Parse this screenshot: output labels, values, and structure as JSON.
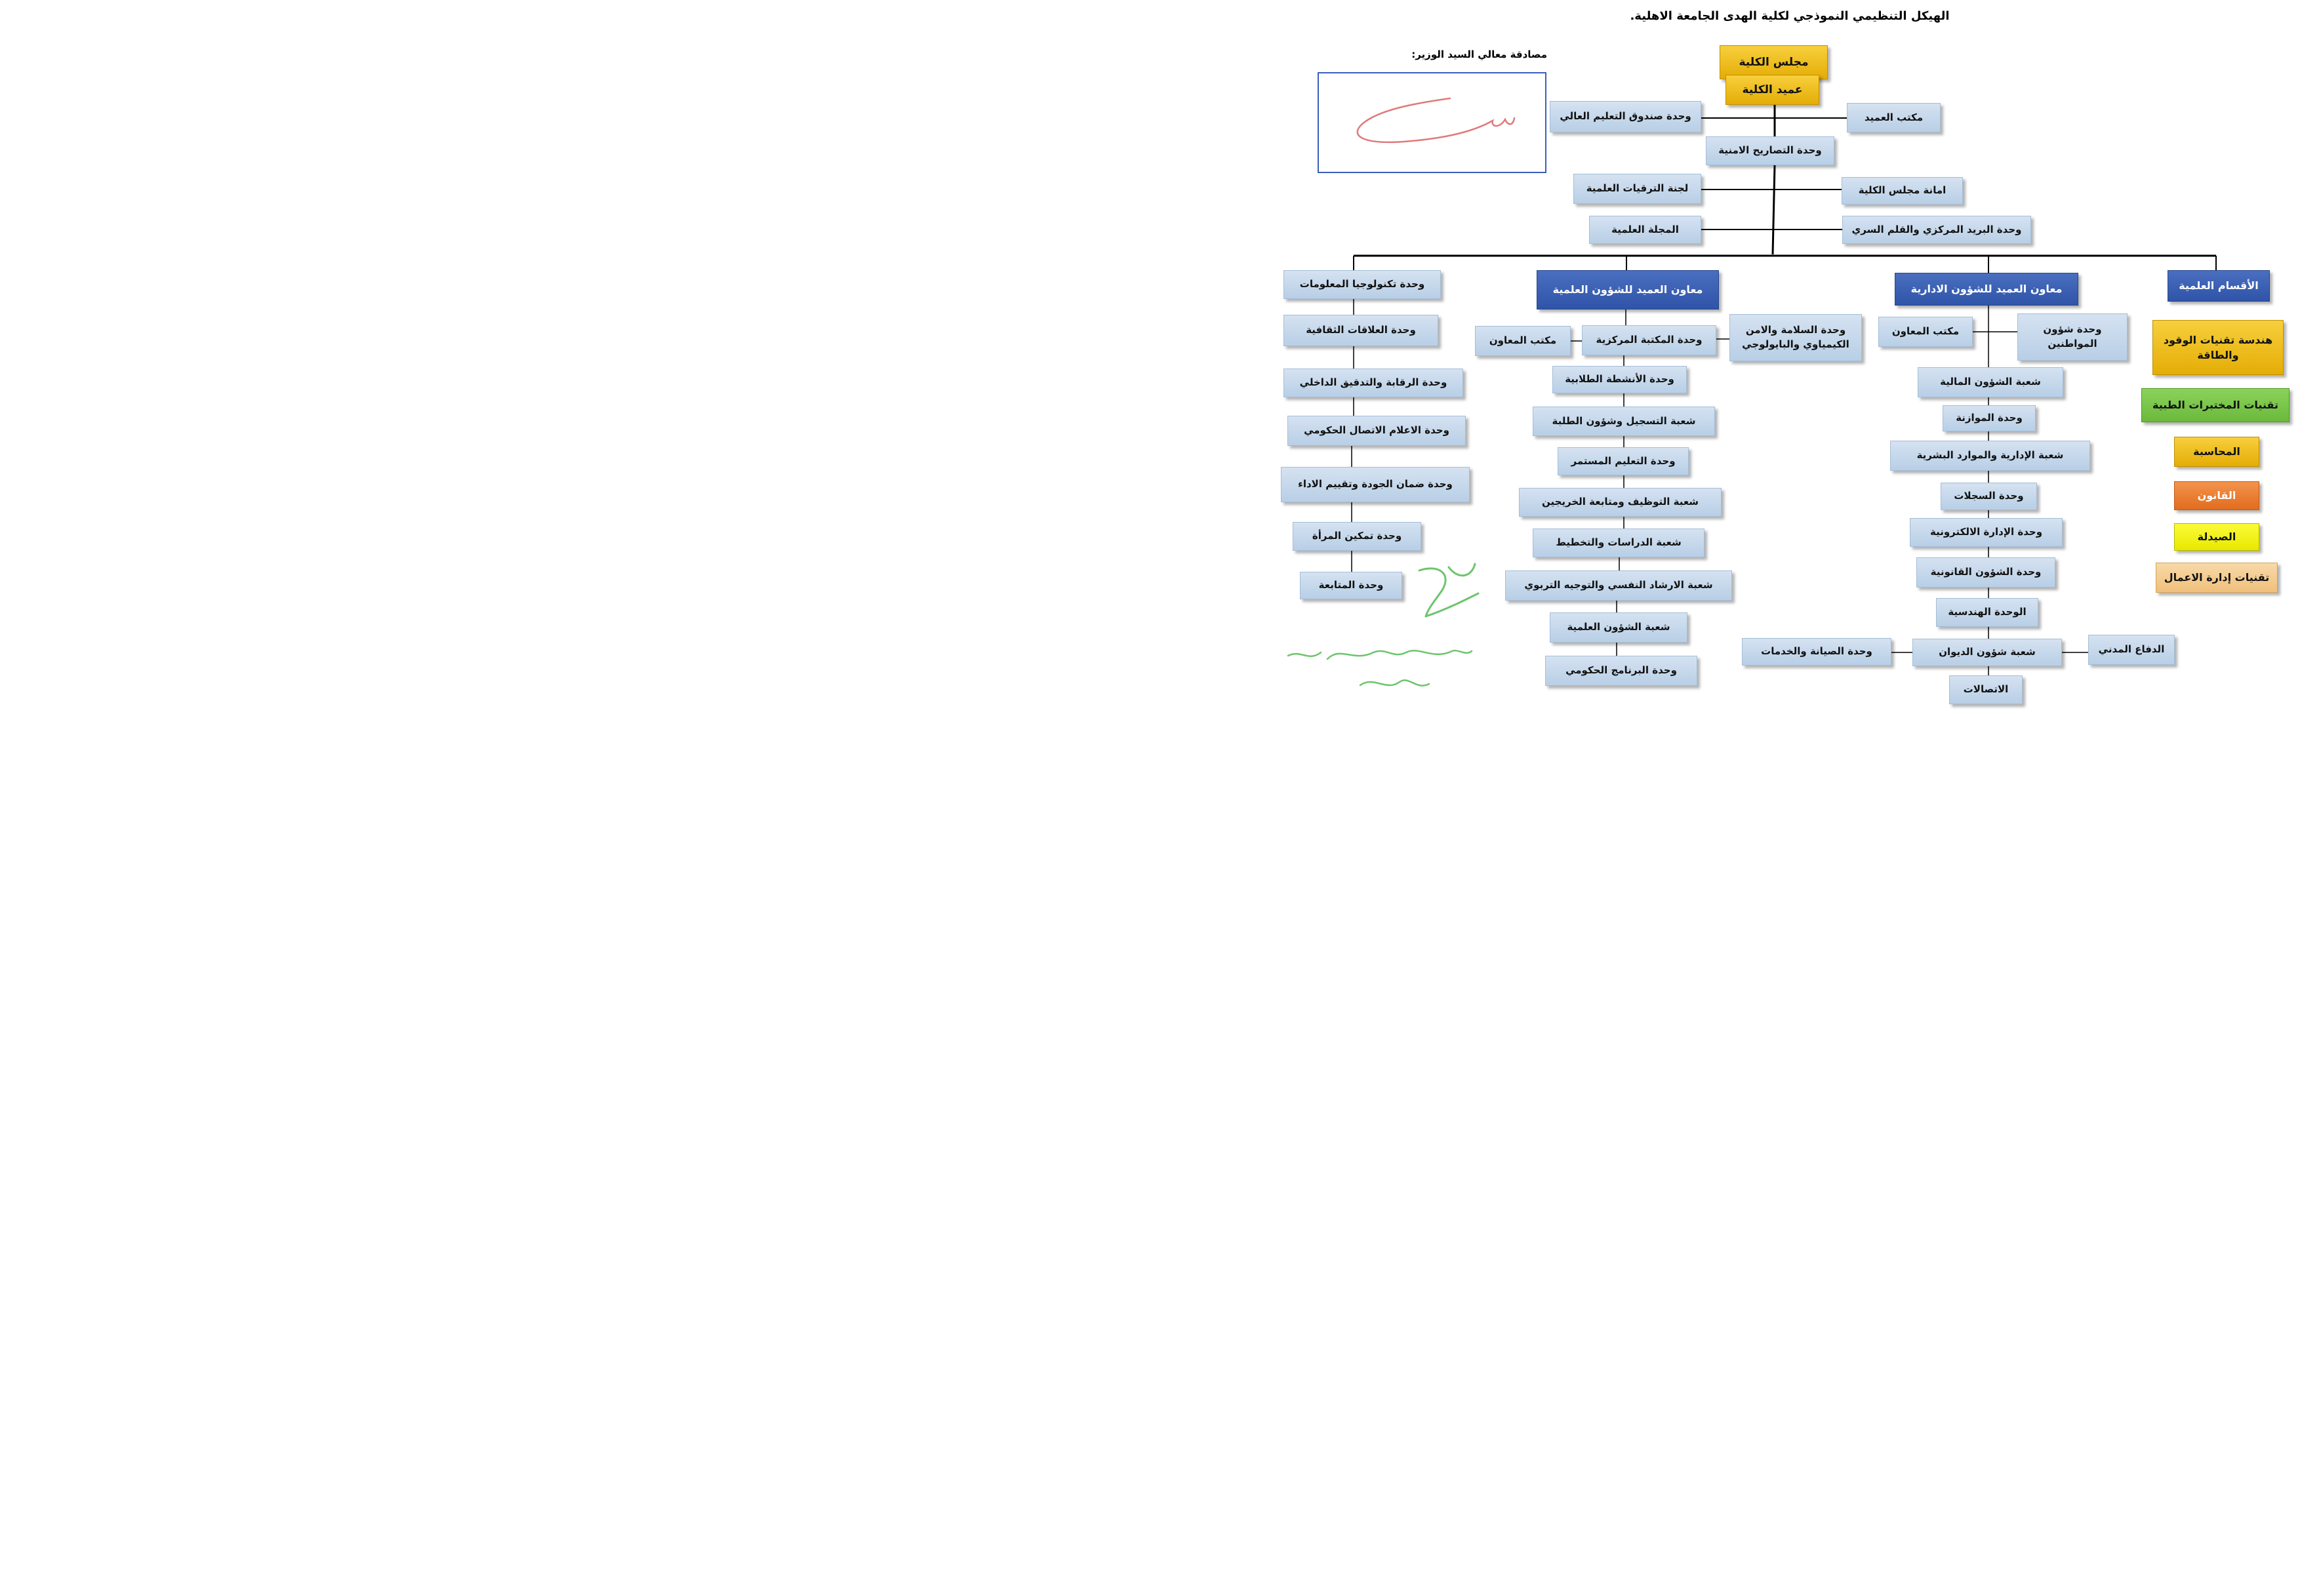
{
  "title": "الهيكل التنظيمي النموذجي لكلية الهدى الجامعة الاهلية.",
  "approval_label": "مصادقة معالي السيد الوزير:",
  "top": {
    "council": "مجلس الكلية",
    "dean": "عميد الكلية",
    "dean_office": "مكتب العميد",
    "higher_ed_fund": "وحدة صندوق التعليم العالي",
    "security_permits": "وحدة التصاريح الامنية",
    "promotions_committee": "لجنة الترقيات العلمية",
    "council_secretariat": "امانة مجلس الكلية",
    "scientific_journal": "المجلة العلمية",
    "central_mail": "وحدة البريد المركزي والقلم السري"
  },
  "units_column": [
    "وحدة تكنولوجيا المعلومات",
    "وحدة العلاقات الثقافية",
    "وحدة الرقابة والتدقيق الداخلي",
    "وحدة الاعلام الاتصال الحكومي",
    "وحدة ضمان الجودة وتقييم الاداء",
    "وحدة تمكين المرأة",
    "وحدة المتابعة"
  ],
  "scientific_affairs": {
    "head": "معاون العميد للشؤون العلمية",
    "office": "مكتب المعاون",
    "library": "وحدة المكتبة المركزية",
    "safety": "وحدة السلامة والامن الكيمياوي والبايولوجي",
    "items": [
      "وحدة الأنشطة الطلابية",
      "شعبة التسجيل وشؤون الطلبة",
      "وحدة التعليم المستمر",
      "شعبة التوظيف ومتابعة الخريجين",
      "شعبة الدراسات والتخطيط",
      "شعبة الارشاد النفسي والتوجيه التربوي",
      "شعبة الشؤون العلمية",
      "وحدة البرنامج الحكومي"
    ]
  },
  "admin_affairs": {
    "head": "معاون العميد للشؤون الادارية",
    "office": "مكتب المعاون",
    "citizens": "وحدة شؤون المواطنين",
    "items": [
      "شعبة الشؤون المالية",
      "وحدة الموازنة",
      "شعبة الإدارية والموارد البشرية",
      "وحدة السجلات",
      "وحدة الإدارة الالكترونية",
      "وحدة الشؤون القانونية",
      "الوحدة الهندسية",
      "شعبة شؤون الديوان",
      "الاتصالات"
    ],
    "maintenance": "وحدة الصيانة والخدمات",
    "civil_defense": "الدفاع المدني"
  },
  "departments": {
    "head": "الأقسام العلمية",
    "items": [
      {
        "name": "هندسة تقنيات الوقود والطاقة",
        "color": "#f2c12e"
      },
      {
        "name": "تقنيات المختبرات الطبية",
        "color": "#7cc74b"
      },
      {
        "name": "المحاسبة",
        "color": "#f2c12e"
      },
      {
        "name": "القانون",
        "color": "#e87a30"
      },
      {
        "name": "الصيدلة",
        "color": "#f0f01a"
      },
      {
        "name": "تقنيات إدارة الاعمال",
        "color": "#f4cc92"
      }
    ]
  },
  "colors": {
    "head_box": "#3a5fb5",
    "unit_box": "#c6d8ec",
    "border": "#3b5fb8",
    "signature_red": "#e07a7a",
    "signature_green": "#6cc56c"
  }
}
